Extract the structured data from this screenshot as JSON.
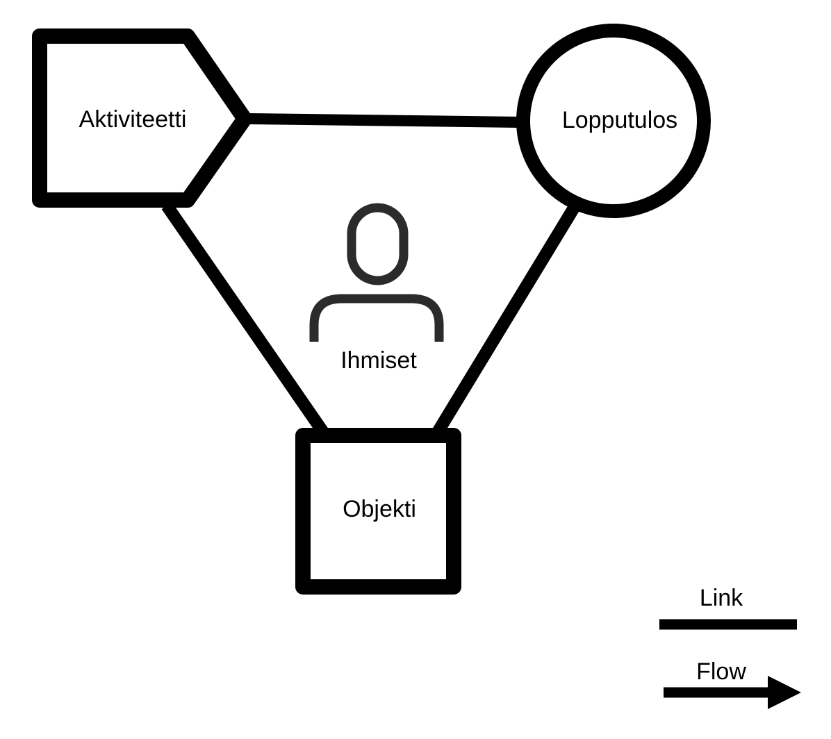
{
  "diagram": {
    "nodes": {
      "activity": {
        "label": "Aktiviteetti",
        "shape": "pentagon-arrow"
      },
      "outcome": {
        "label": "Lopputulos",
        "shape": "circle"
      },
      "object": {
        "label": "Objekti",
        "shape": "square"
      },
      "people": {
        "label": "Ihmiset",
        "icon": "person-icon"
      }
    },
    "links": [
      {
        "from": "activity",
        "to": "outcome",
        "type": "link"
      },
      {
        "from": "activity",
        "to": "object",
        "type": "link"
      },
      {
        "from": "outcome",
        "to": "object",
        "type": "link"
      }
    ]
  },
  "legend": {
    "link_label": "Link",
    "flow_label": "Flow"
  },
  "colors": {
    "stroke": "#000000",
    "icon": "#2b2b2b",
    "background": "#ffffff"
  }
}
